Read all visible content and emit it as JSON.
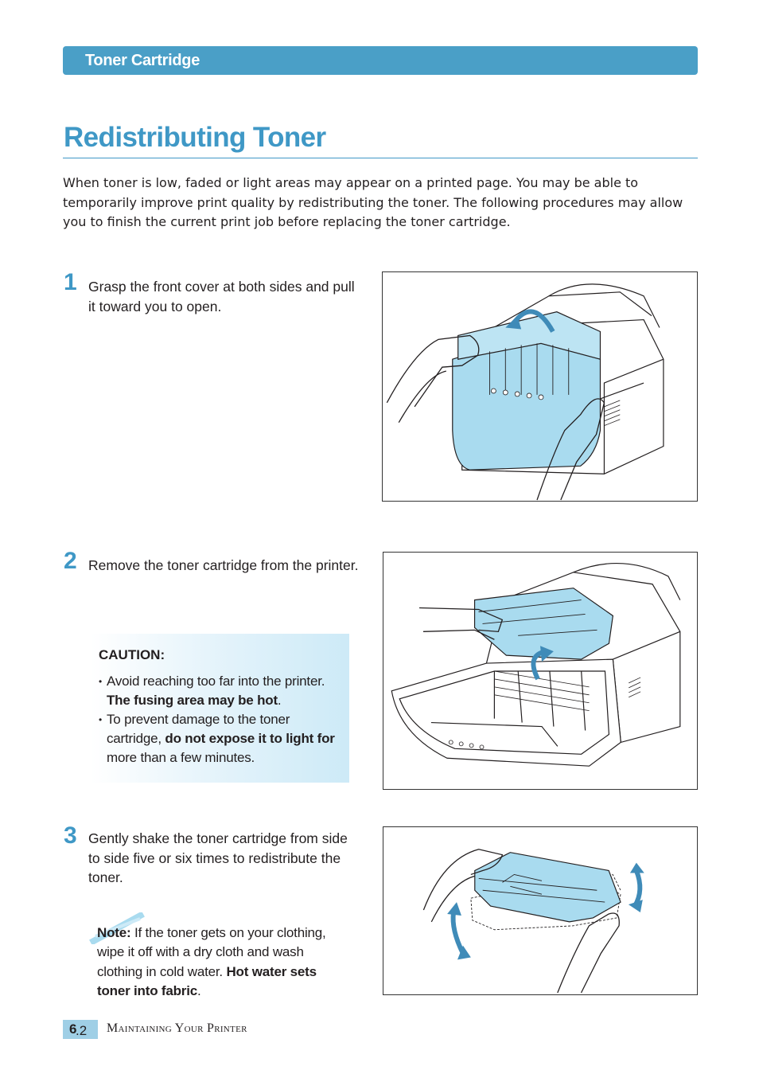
{
  "header": {
    "section": "Toner Cartridge"
  },
  "title": "Redistributing Toner",
  "intro": "When toner is low, faded or light areas may appear on a printed page. You may be able to temporarily improve print quality by redistributing the toner. The following procedures may allow you to finish the current print job before replacing the toner cartridge.",
  "steps": [
    {
      "number": "1",
      "text": "Grasp the front cover at both sides and pull it toward you to open.",
      "figure_icon": "printer-open-cover-illustration"
    },
    {
      "number": "2",
      "text": "Remove the toner cartridge from the printer.",
      "figure_icon": "remove-toner-cartridge-illustration"
    },
    {
      "number": "3",
      "text": "Gently shake the toner cartridge from side to side five or six times to redistribute the toner.",
      "figure_icon": "shake-toner-cartridge-illustration"
    }
  ],
  "caution": {
    "title": "CAUTION:",
    "item1_text": "Avoid reaching too far into the printer. ",
    "item1_bold": "The fusing area may be hot",
    "item1_end": ".",
    "item2_text": "To prevent damage to the toner cartridge, ",
    "item2_bold": "do not expose it to light for",
    "item2_end": " more than a few minutes."
  },
  "note": {
    "label": "Note:",
    "text": " If the toner gets on your clothing, wipe it off with a dry cloth and wash clothing in cold water. ",
    "bold": "Hot water sets toner into fabric",
    "end": "."
  },
  "footer": {
    "chapter": "6",
    "page": ".2",
    "section_title": "Maintaining Your Printer"
  },
  "colors": {
    "accent": "#3f98c6",
    "header_bar": "#4a9fc7",
    "toner_blue": "#a9dbef",
    "caution_bg": "#cdeaf7"
  }
}
